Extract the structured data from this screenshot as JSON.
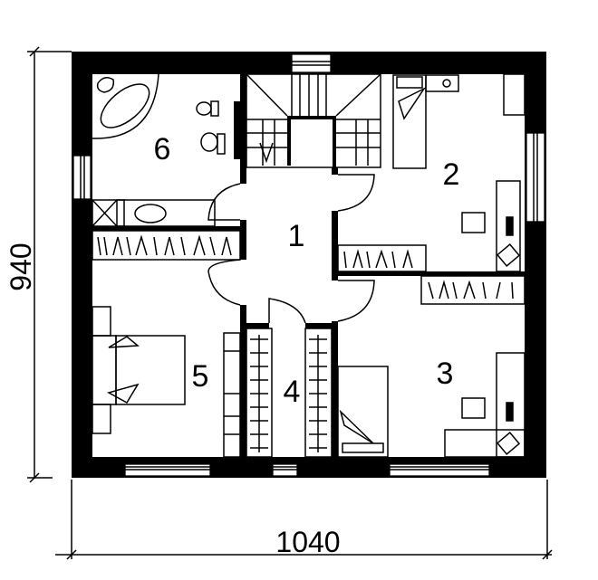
{
  "plan": {
    "rooms": [
      {
        "number": "1"
      },
      {
        "number": "2"
      },
      {
        "number": "3"
      },
      {
        "number": "4"
      },
      {
        "number": "5"
      },
      {
        "number": "6"
      }
    ],
    "dimensions": {
      "width": "1040",
      "height": "940"
    }
  }
}
